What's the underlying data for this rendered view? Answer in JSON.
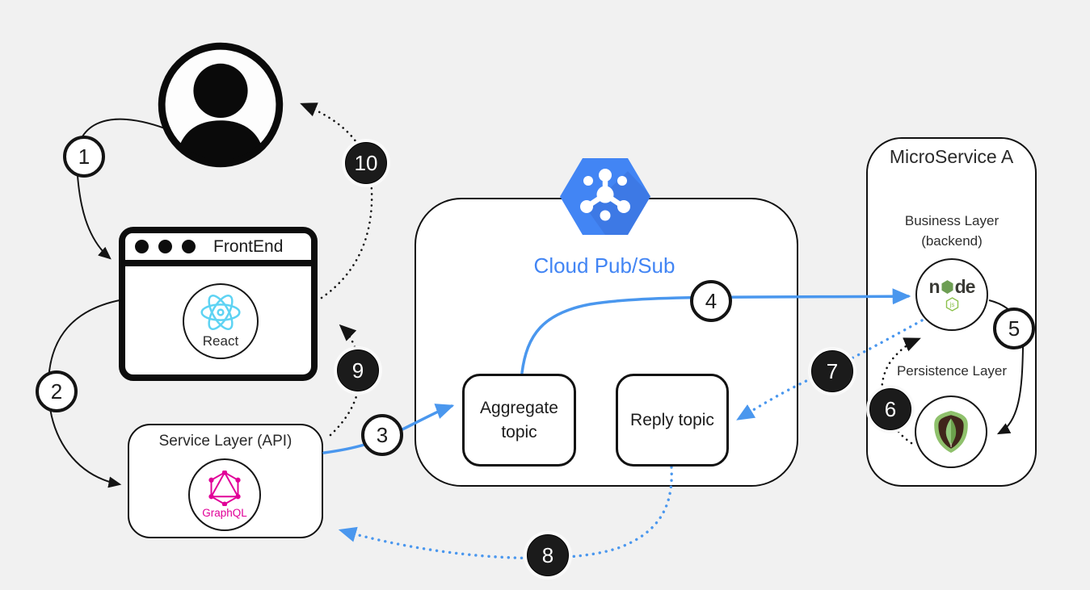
{
  "colors": {
    "accent_blue": "#4a97ee",
    "pubsub_blue": "#4285f4",
    "pubsub_blue_dark": "#3a6fd8",
    "graphql_pink": "#e10098",
    "react_blue": "#5ed3f3",
    "node_green": "#6d9e53",
    "node_js_green": "#8cc14c",
    "mongo_green": "#8fc16c",
    "mongo_brown": "#40251b"
  },
  "frontend": {
    "title": "FrontEnd",
    "tech_label": "React"
  },
  "service": {
    "title": "Service Layer (API)",
    "tech_label": "GraphQL"
  },
  "pubsub": {
    "title": "Cloud Pub/Sub",
    "topics": [
      {
        "label": "Aggregate topic"
      },
      {
        "label": "Reply topic"
      }
    ]
  },
  "microservice": {
    "title": "MicroService A",
    "business_line1": "Business Layer",
    "business_line2": "(backend)",
    "persistence_label": "Persistence Layer",
    "node_word_start": "n",
    "node_word_end": "de",
    "node_js": "js"
  },
  "steps": [
    {
      "n": "1",
      "variant": "light"
    },
    {
      "n": "2",
      "variant": "light"
    },
    {
      "n": "3",
      "variant": "light"
    },
    {
      "n": "4",
      "variant": "light"
    },
    {
      "n": "5",
      "variant": "light"
    },
    {
      "n": "6",
      "variant": "dark"
    },
    {
      "n": "7",
      "variant": "dark"
    },
    {
      "n": "8",
      "variant": "dark"
    },
    {
      "n": "9",
      "variant": "dark"
    },
    {
      "n": "10",
      "variant": "dark"
    }
  ]
}
